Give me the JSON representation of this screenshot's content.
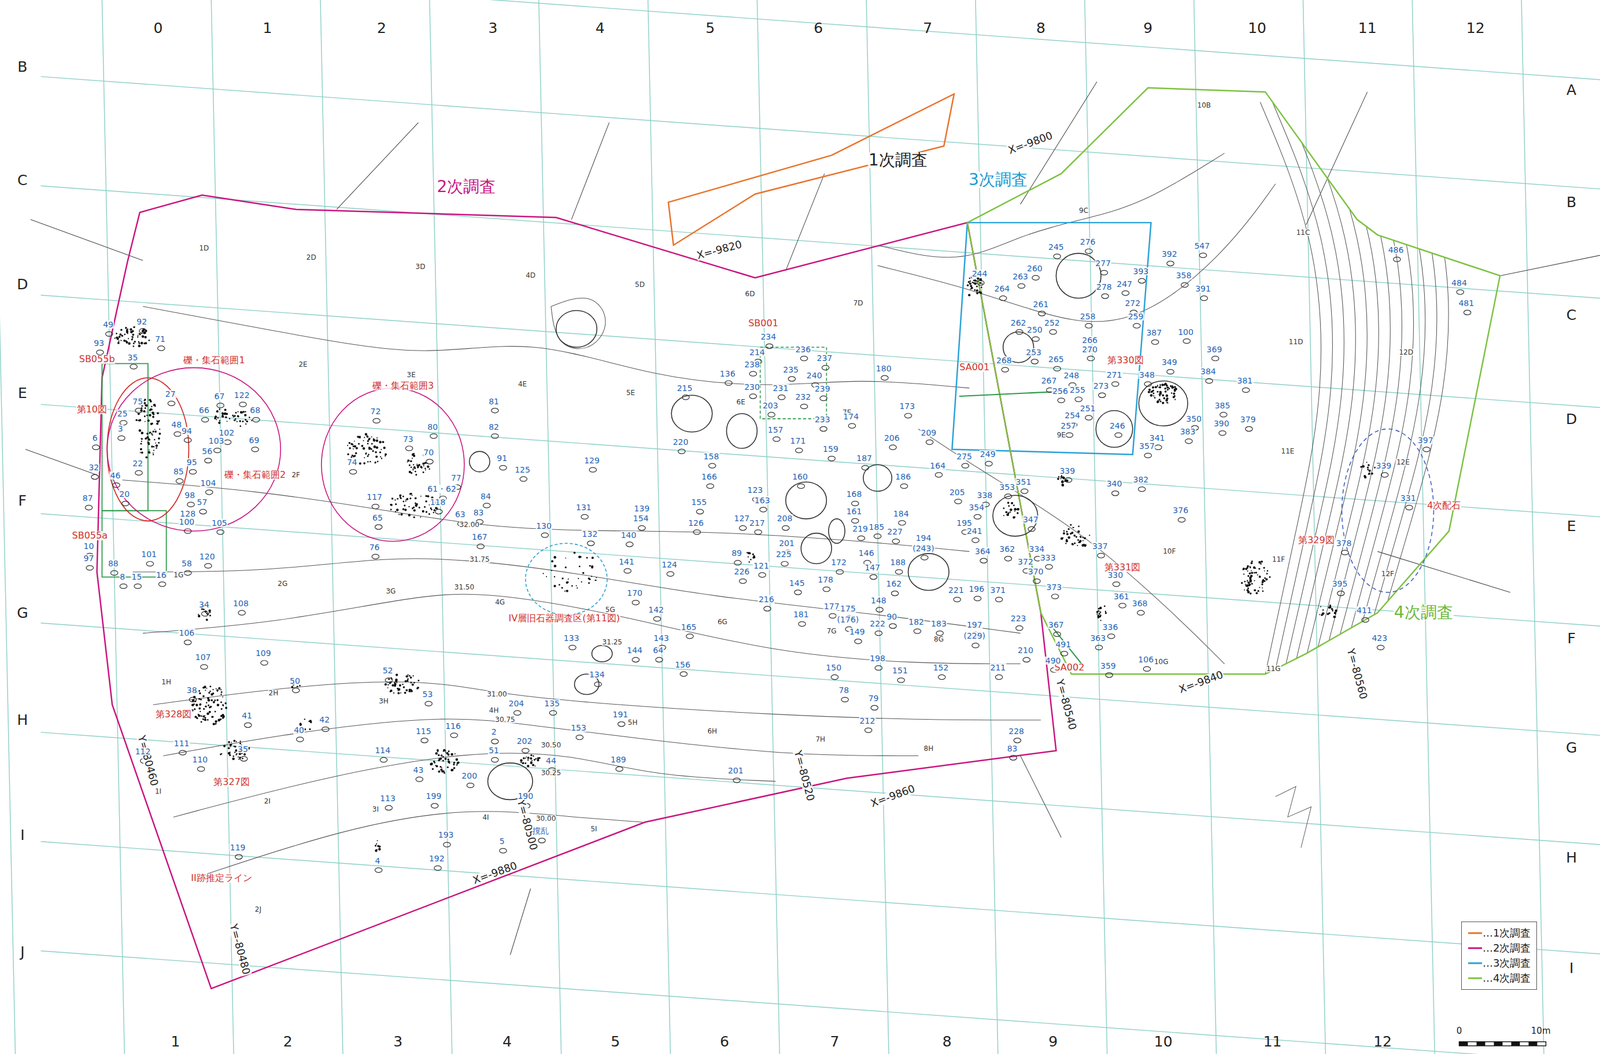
{
  "diagram": {
    "labels": [
      "0",
      "1",
      "2",
      "3",
      "4",
      "5",
      "6",
      "7",
      "8",
      "9",
      "10",
      "11",
      "12",
      "1",
      "2",
      "3",
      "4",
      "5",
      "6",
      "7",
      "8",
      "9",
      "10",
      "11",
      "12",
      "B",
      "C",
      "D",
      "E",
      "F",
      "G",
      "H",
      "I",
      "J",
      "A",
      "B",
      "C",
      "D",
      "E",
      "F",
      "G",
      "H",
      "I",
      "2次調査",
      "1次調査",
      "3次調査",
      "4次調査",
      "X=-9820",
      "X=-9800",
      "X=-9840",
      "X=-9860",
      "X=-9880",
      "Y=-80460",
      "Y=-80480",
      "Y=-80500",
      "Y=-80520",
      "Y=-80540",
      "Y=-80560",
      "SB055b",
      "第10図",
      "SB055a",
      "礫・集石範囲1",
      "礫・集石範囲2",
      "礫・集石範囲3",
      "SB001",
      "SA001",
      "第330図",
      "第331図",
      "第329図",
      "4次配石",
      "SA002",
      "IV層旧石器調査区(第11図)",
      "第328図",
      "第327図",
      "II跡推定ライン",
      "1D",
      "2D",
      "3D",
      "4D",
      "5D",
      "6D",
      "7D",
      "2E",
      "3E",
      "4E",
      "5E",
      "6E",
      "7E",
      "9E",
      "2F",
      "1G",
      "2G",
      "3G",
      "4G",
      "5G",
      "6G",
      "7G",
      "8G",
      "1H",
      "2H",
      "3H",
      "4H",
      "5H",
      "6H",
      "7H",
      "8H",
      "1I",
      "2I",
      "3I",
      "4I",
      "5I",
      "2J",
      "9C",
      "10B",
      "11C",
      "11D",
      "12D",
      "11E",
      "12E",
      "10F",
      "11F",
      "12F",
      "10G",
      "11G",
      "32.00",
      "31.75",
      "31.50",
      "31.25",
      "31.00",
      "30.75",
      "30.50",
      "30.25",
      "30.00",
      "0",
      "10m",
      "92",
      "49",
      "71",
      "93",
      "35",
      "67",
      "122",
      "27",
      "75",
      "66",
      "68",
      "25",
      "48",
      "3",
      "94",
      "102",
      "6",
      "69",
      "103",
      "56",
      "95",
      "22",
      "32",
      "85",
      "46",
      "104",
      "20",
      "98",
      "87",
      "57",
      "128",
      "100",
      "105",
      "10",
      "101",
      "120",
      "97",
      "88",
      "58",
      "8",
      "15",
      "16",
      "72",
      "80",
      "73",
      "70",
      "74",
      "77",
      "61・62",
      "117",
      "118",
      "63",
      "65",
      "76",
      "81",
      "82",
      "91",
      "125",
      "84",
      "83",
      "167",
      "129",
      "131",
      "139",
      "154",
      "130",
      "132",
      "140",
      "141",
      "124",
      "170",
      "142",
      "143",
      "144",
      "64",
      "133",
      "165",
      "134",
      "156",
      "215",
      "136",
      "203",
      "157",
      "220",
      "171",
      "158",
      "159",
      "166",
      "160",
      "123",
      "163",
      "155",
      "126",
      "127",
      "217",
      "208",
      "201",
      "225",
      "89",
      "121",
      "226",
      "145",
      "216",
      "178",
      "172",
      "181",
      "177",
      "175",
      "(176)",
      "149",
      "150",
      "78",
      "79",
      "212",
      "180",
      "174",
      "173",
      "206",
      "209",
      "187",
      "164",
      "186",
      "168",
      "205",
      "161",
      "184",
      "195",
      "185",
      "219",
      "227",
      "241",
      "194",
      "(243)",
      "146",
      "188",
      "147",
      "162",
      "221",
      "196",
      "148",
      "90",
      "182",
      "183",
      "222",
      "197",
      "(229)",
      "198",
      "152",
      "151",
      "211",
      "228",
      "83",
      "234",
      "214",
      "236",
      "237",
      "238",
      "235",
      "240",
      "230",
      "231",
      "232",
      "239",
      "233",
      "245",
      "276",
      "277",
      "260",
      "263",
      "244",
      "264",
      "261",
      "278",
      "247",
      "393",
      "392",
      "358",
      "547",
      "391",
      "272",
      "262",
      "258",
      "259",
      "252",
      "250",
      "253",
      "387",
      "100",
      "369",
      "268",
      "265",
      "266",
      "270",
      "248",
      "349",
      "348",
      "384",
      "381",
      "267",
      "256",
      "255",
      "273",
      "271",
      "251",
      "254",
      "246",
      "257",
      "385",
      "390",
      "379",
      "350",
      "383",
      "357",
      "341",
      "249",
      "275",
      "351",
      "353",
      "338",
      "354",
      "339",
      "340",
      "382",
      "376",
      "347",
      "364",
      "362",
      "334",
      "372",
      "333",
      "337",
      "370",
      "330",
      "373",
      "371",
      "361",
      "368",
      "223",
      "367",
      "336",
      "363",
      "210",
      "491",
      "490",
      "359",
      "106",
      "486",
      "484",
      "481",
      "397",
      "339",
      "331",
      "378",
      "395",
      "411",
      "423",
      "34",
      "108",
      "106",
      "107",
      "109",
      "50",
      "38",
      "41",
      "40",
      "42",
      "111",
      "112",
      "35",
      "110",
      "119",
      "52",
      "53",
      "115",
      "116",
      "114",
      "43",
      "113",
      "200",
      "199",
      "2",
      "51",
      "204",
      "202",
      "44",
      "190",
      "135",
      "153",
      "191",
      "189",
      "201",
      "193",
      "192",
      "4",
      "5",
      "撹乱"
    ],
    "legend": [
      {
        "text": "…1次調査",
        "color": "#e8732a"
      },
      {
        "text": "…2次調査",
        "color": "#c9157f"
      },
      {
        "text": "…3次調査",
        "color": "#2aa1d8"
      },
      {
        "text": "…4次調査",
        "color": "#7dc242"
      }
    ]
  }
}
